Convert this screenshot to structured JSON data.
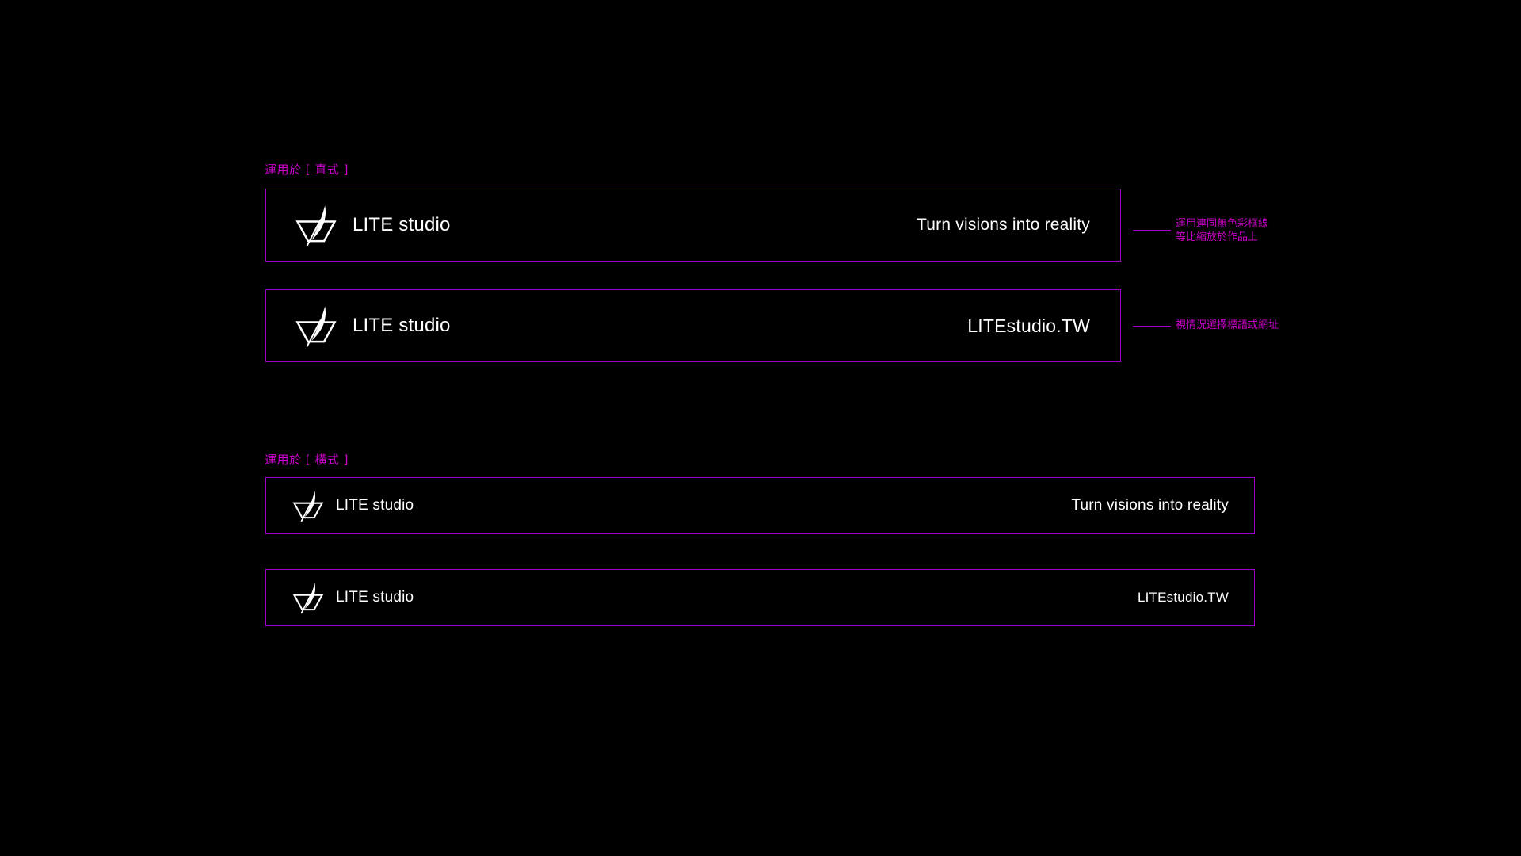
{
  "canvas": {
    "background": "#000000",
    "accent_border": "#a000c8",
    "accent_text": "#c800c8",
    "foreground": "#ffffff"
  },
  "sections": [
    {
      "id": "vertical",
      "label": "運用於 [ 直式 ]",
      "lockups": [
        {
          "id": "frame-a",
          "mark": "feather-trapezoid-logo",
          "wordmark": "LITE studio",
          "tagline": "Turn visions into reality"
        },
        {
          "id": "frame-b",
          "mark": "feather-trapezoid-logo",
          "wordmark": "LITE studio",
          "tagline": "LITEstudio.TW"
        }
      ]
    },
    {
      "id": "horizontal",
      "label": "運用於 [ 橫式 ]",
      "lockups": [
        {
          "id": "frame-c",
          "mark": "feather-trapezoid-logo",
          "wordmark": "LITE studio",
          "tagline": "Turn visions into reality"
        },
        {
          "id": "frame-d",
          "mark": "feather-trapezoid-logo",
          "wordmark": "LITE studio",
          "tagline": "LITEstudio.TW"
        }
      ]
    }
  ],
  "callouts": [
    {
      "id": "callout-1",
      "line1": "運用連同無色彩框線",
      "line2": "等比縮放於作品上"
    },
    {
      "id": "callout-2",
      "line1": "視情況選擇標語或網址",
      "line2": ""
    }
  ]
}
